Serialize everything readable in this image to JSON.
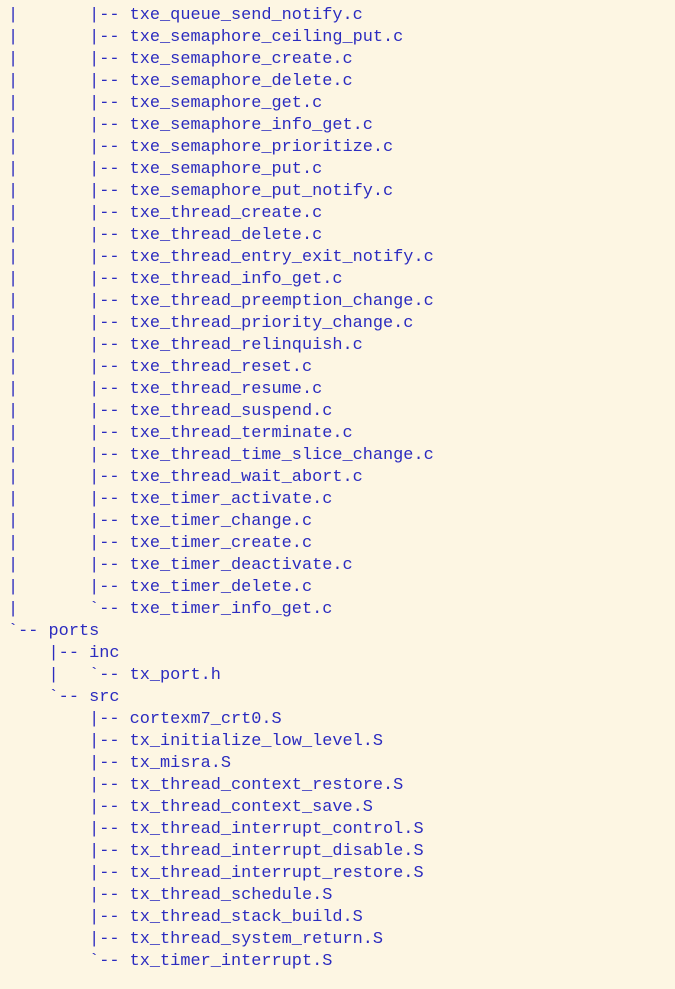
{
  "tree_lines": [
    "|       |-- txe_queue_send_notify.c",
    "|       |-- txe_semaphore_ceiling_put.c",
    "|       |-- txe_semaphore_create.c",
    "|       |-- txe_semaphore_delete.c",
    "|       |-- txe_semaphore_get.c",
    "|       |-- txe_semaphore_info_get.c",
    "|       |-- txe_semaphore_prioritize.c",
    "|       |-- txe_semaphore_put.c",
    "|       |-- txe_semaphore_put_notify.c",
    "|       |-- txe_thread_create.c",
    "|       |-- txe_thread_delete.c",
    "|       |-- txe_thread_entry_exit_notify.c",
    "|       |-- txe_thread_info_get.c",
    "|       |-- txe_thread_preemption_change.c",
    "|       |-- txe_thread_priority_change.c",
    "|       |-- txe_thread_relinquish.c",
    "|       |-- txe_thread_reset.c",
    "|       |-- txe_thread_resume.c",
    "|       |-- txe_thread_suspend.c",
    "|       |-- txe_thread_terminate.c",
    "|       |-- txe_thread_time_slice_change.c",
    "|       |-- txe_thread_wait_abort.c",
    "|       |-- txe_timer_activate.c",
    "|       |-- txe_timer_change.c",
    "|       |-- txe_timer_create.c",
    "|       |-- txe_timer_deactivate.c",
    "|       |-- txe_timer_delete.c",
    "|       `-- txe_timer_info_get.c",
    "`-- ports",
    "    |-- inc",
    "    |   `-- tx_port.h",
    "    `-- src",
    "        |-- cortexm7_crt0.S",
    "        |-- tx_initialize_low_level.S",
    "        |-- tx_misra.S",
    "        |-- tx_thread_context_restore.S",
    "        |-- tx_thread_context_save.S",
    "        |-- tx_thread_interrupt_control.S",
    "        |-- tx_thread_interrupt_disable.S",
    "        |-- tx_thread_interrupt_restore.S",
    "        |-- tx_thread_schedule.S",
    "        |-- tx_thread_stack_build.S",
    "        |-- tx_thread_system_return.S",
    "        `-- tx_timer_interrupt.S"
  ],
  "colors": {
    "background": "#fdf6e3",
    "text": "#2b2bbf"
  }
}
